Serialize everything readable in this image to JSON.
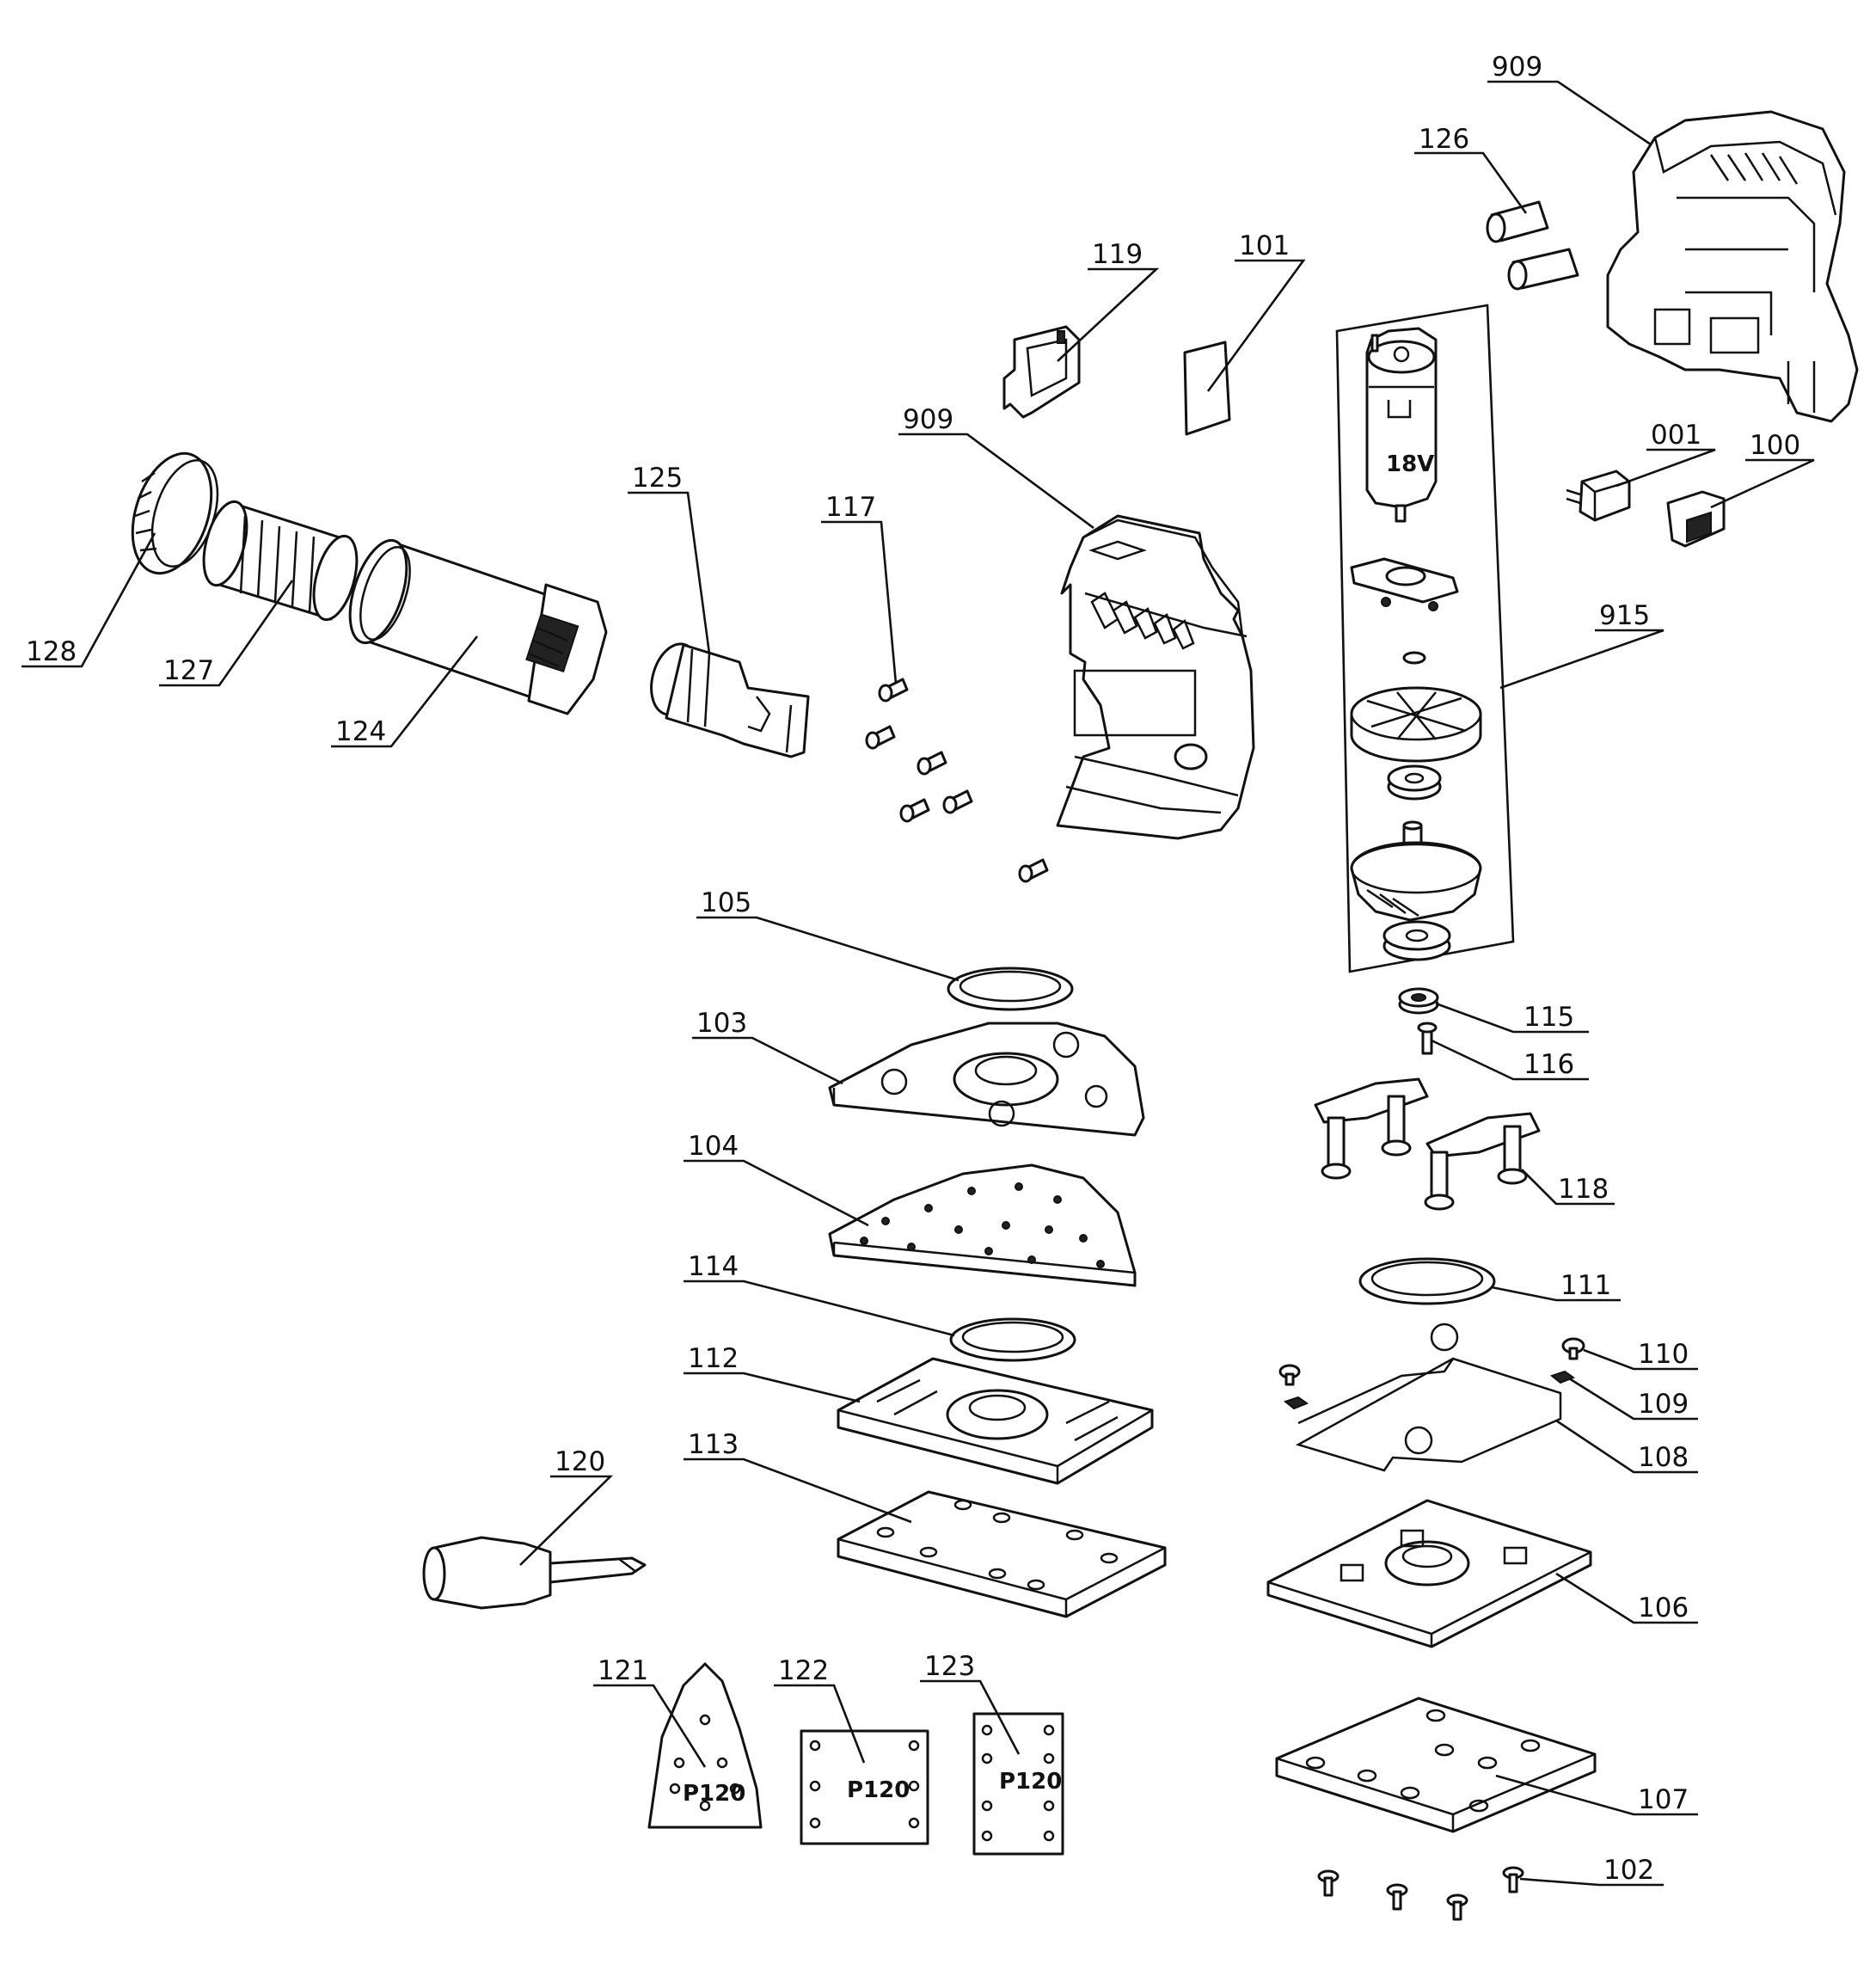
{
  "labels": {
    "l909a": "909",
    "l126": "126",
    "l119": "119",
    "l101": "101",
    "l909b": "909",
    "l001": "001",
    "l100": "100",
    "l125": "125",
    "l117": "117",
    "l915": "915",
    "l128": "128",
    "l127": "127",
    "l124": "124",
    "l105": "105",
    "l115": "115",
    "l116": "116",
    "l103": "103",
    "l118": "118",
    "l104": "104",
    "l111": "111",
    "l114": "114",
    "l110": "110",
    "l112": "112",
    "l109": "109",
    "l108": "108",
    "l120": "120",
    "l113": "113",
    "l106": "106",
    "l121": "121",
    "l122": "122",
    "l123": "123",
    "l107": "107",
    "l102": "102"
  },
  "motor_text": "18V",
  "sandpaper": {
    "p121": "P120",
    "p122": "P120",
    "p123": "P120"
  }
}
